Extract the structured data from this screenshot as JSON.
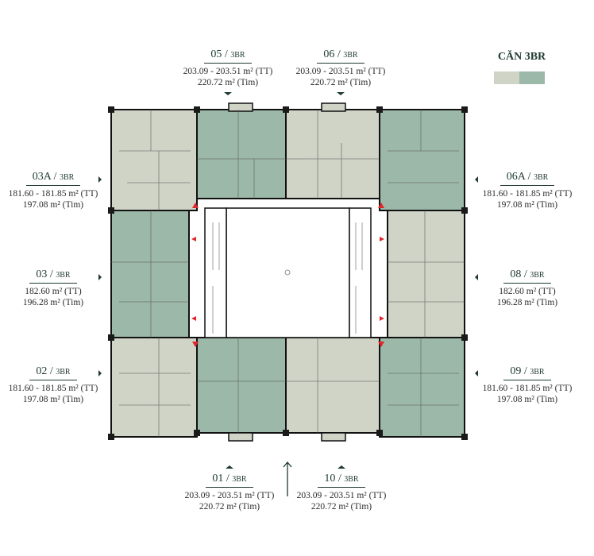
{
  "legend": {
    "title": "CĂN 3BR",
    "colors": [
      "#cfd4c7",
      "#9cb8a8"
    ]
  },
  "units": [
    {
      "id": "05",
      "type": "3BR",
      "tt": "203.09 - 203.51 m² (TT)",
      "tim": "220.72 m² (Tim)"
    },
    {
      "id": "06",
      "type": "3BR",
      "tt": "203.09 - 203.51 m² (TT)",
      "tim": "220.72 m² (Tim)"
    },
    {
      "id": "03A",
      "type": "3BR",
      "tt": "181.60 - 181.85 m² (TT)",
      "tim": "197.08 m² (Tim)"
    },
    {
      "id": "06A",
      "type": "3BR",
      "tt": "181.60 - 181.85 m² (TT)",
      "tim": "197.08 m² (Tim)"
    },
    {
      "id": "03",
      "type": "3BR",
      "tt": "182.60 m² (TT)",
      "tim": "196.28 m² (Tim)"
    },
    {
      "id": "08",
      "type": "3BR",
      "tt": "182.60 m² (TT)",
      "tim": "196.28 m² (Tim)"
    },
    {
      "id": "02",
      "type": "3BR",
      "tt": "181.60 - 181.85 m² (TT)",
      "tim": "197.08 m² (Tim)"
    },
    {
      "id": "09",
      "type": "3BR",
      "tt": "181.60 - 181.85 m² (TT)",
      "tim": "197.08 m² (Tim)"
    },
    {
      "id": "01",
      "type": "3BR",
      "tt": "203.09 - 203.51 m² (TT)",
      "tim": "220.72 m² (Tim)"
    },
    {
      "id": "10",
      "type": "3BR",
      "tt": "203.09 - 203.51 m² (TT)",
      "tim": "220.72 m² (Tim)"
    }
  ]
}
